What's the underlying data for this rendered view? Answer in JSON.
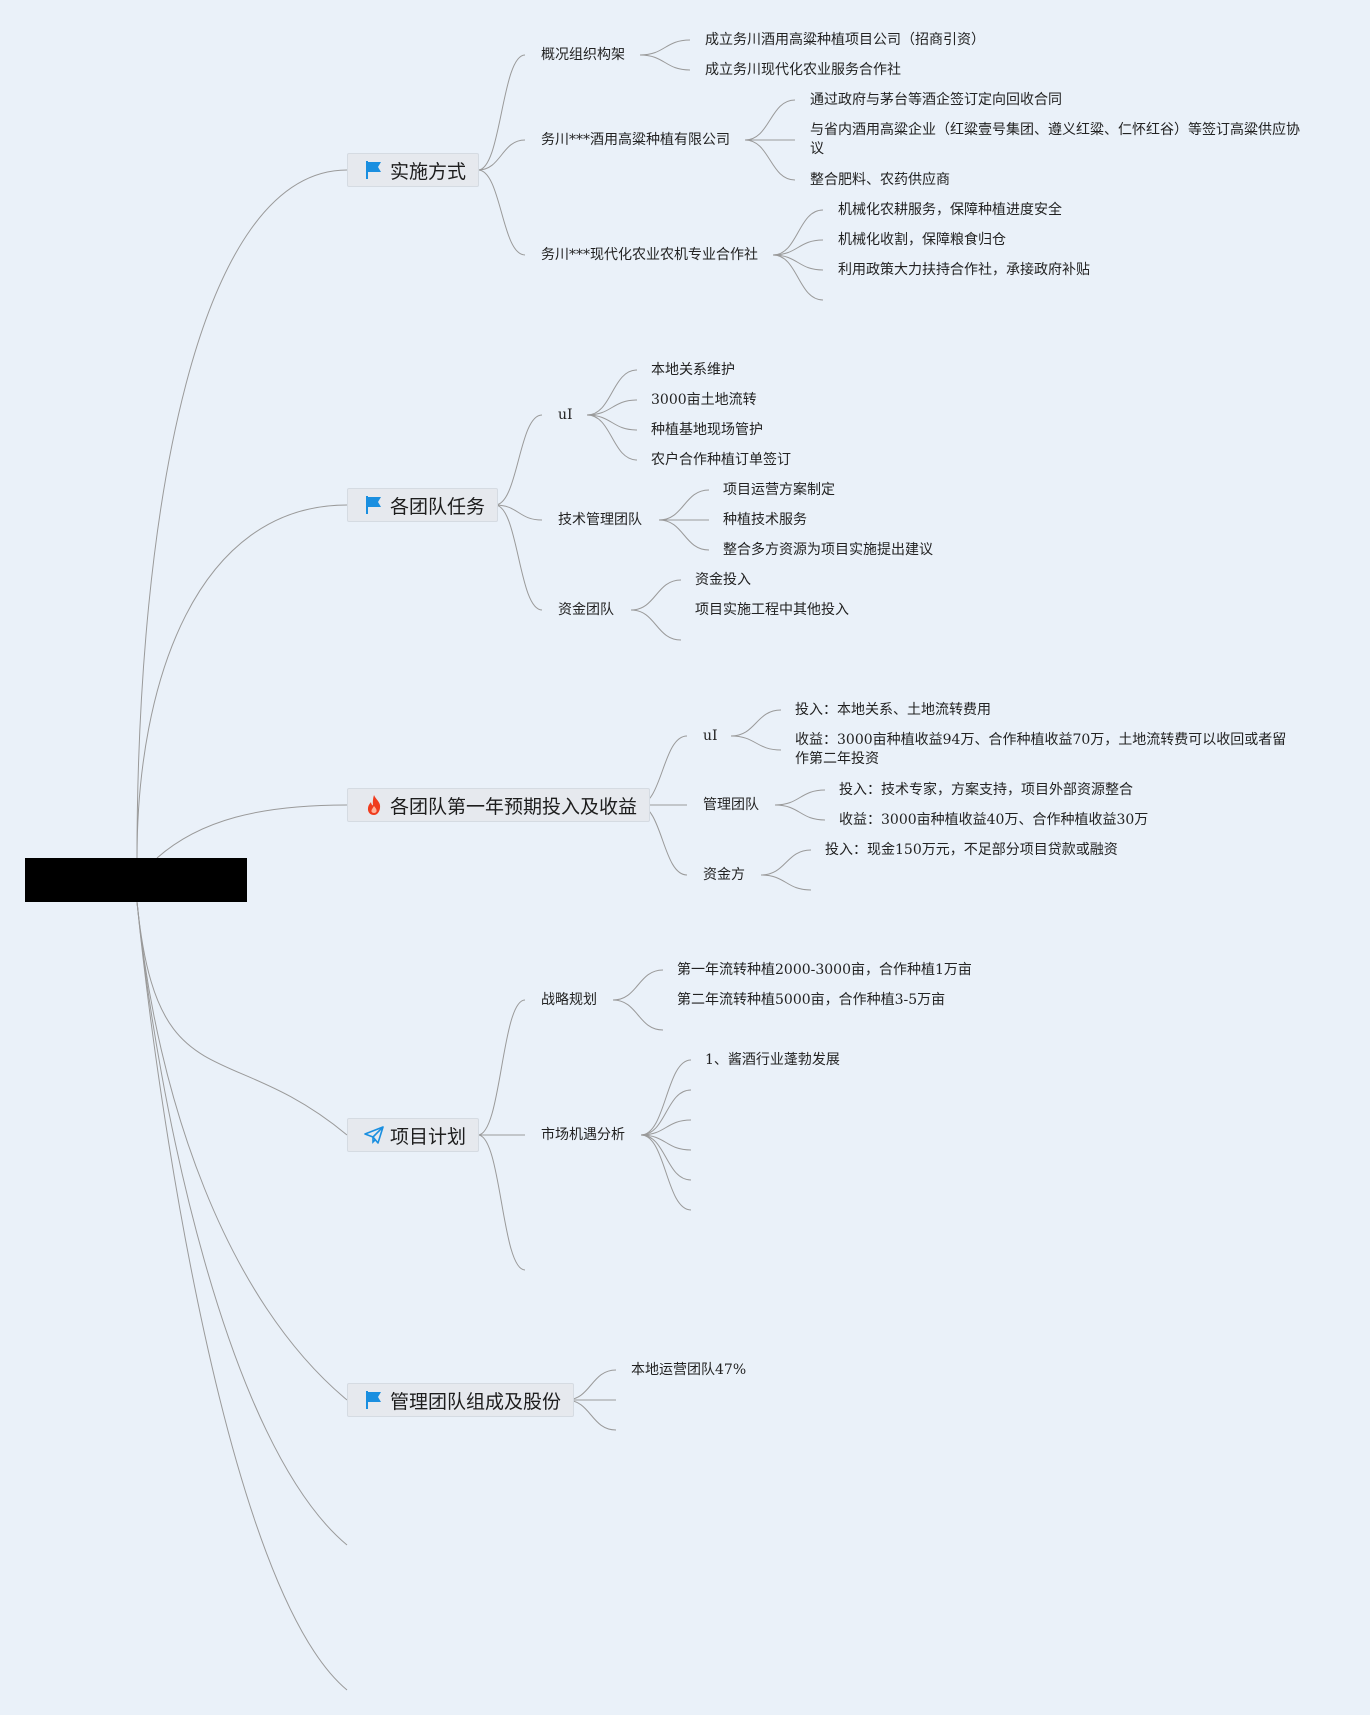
{
  "branches": [
    {
      "label": "实施方式",
      "icon": "flag-icon",
      "children": [
        {
          "label": "概况组织构架",
          "children": [
            "成立务川酒用高粱种植项目公司（招商引资）",
            "成立务川现代化农业服务合作社"
          ]
        },
        {
          "label": "务川***酒用高粱种植有限公司",
          "children": [
            "通过政府与茅台等酒企签订定向回收合同",
            "与省内酒用高粱企业（红粱壹号集团、遵义红粱、仁怀红谷）等签订高粱供应协议",
            "整合肥料、农药供应商"
          ]
        },
        {
          "label": "务川***现代化农业农机专业合作社",
          "children": [
            "机械化农耕服务，保障种植进度安全",
            "机械化收割，保障粮食归仓",
            "利用政策大力扶持合作社，承接政府补贴"
          ]
        }
      ]
    },
    {
      "label": "各团队任务",
      "icon": "flag-icon",
      "children": [
        {
          "label": "uI",
          "children": [
            "本地关系维护",
            "3000亩土地流转",
            "种植基地现场管护",
            "农户合作种植订单签订"
          ]
        },
        {
          "label": "技术管理团队",
          "children": [
            "项目运营方案制定",
            "种植技术服务",
            "整合多方资源为项目实施提出建议"
          ]
        },
        {
          "label": "资金团队",
          "children": [
            "资金投入",
            "项目实施工程中其他投入"
          ]
        }
      ]
    },
    {
      "label": "各团队第一年预期投入及收益",
      "icon": "fire-icon",
      "children": [
        {
          "label": "uI",
          "children": [
            "投入：本地关系、土地流转费用",
            "收益：3000亩种植收益94万、合作种植收益70万，土地流转费可以收回或者留作第二年投资"
          ]
        },
        {
          "label": "管理团队",
          "children": [
            "投入：技术专家，方案支持，项目外部资源整合",
            "收益：3000亩种植收益40万、合作种植收益30万"
          ]
        },
        {
          "label": "资金方",
          "children": [
            "投入：现金150万元，不足部分项目贷款或融资"
          ]
        }
      ]
    },
    {
      "label": "项目计划",
      "icon": "paper-plane-icon",
      "children": [
        {
          "label": "战略规划",
          "children": [
            "第一年流转种植2000-3000亩，合作种植1万亩",
            "第二年流转种植5000亩，合作种植3-5万亩"
          ]
        },
        {
          "label": "市场机遇分析",
          "children": [
            "1、酱酒行业蓬勃发展"
          ]
        }
      ]
    },
    {
      "label": "管理团队组成及股份",
      "icon": "flag-icon",
      "children": [
        {
          "label": "本地运营团队47%",
          "children": []
        }
      ]
    }
  ],
  "colors": {
    "background": "#eaf1f9",
    "line": "#9a9a9a",
    "flag": "#1a8fe0",
    "fire": "#f03c1e",
    "node_bg": "#e6e9ee"
  }
}
